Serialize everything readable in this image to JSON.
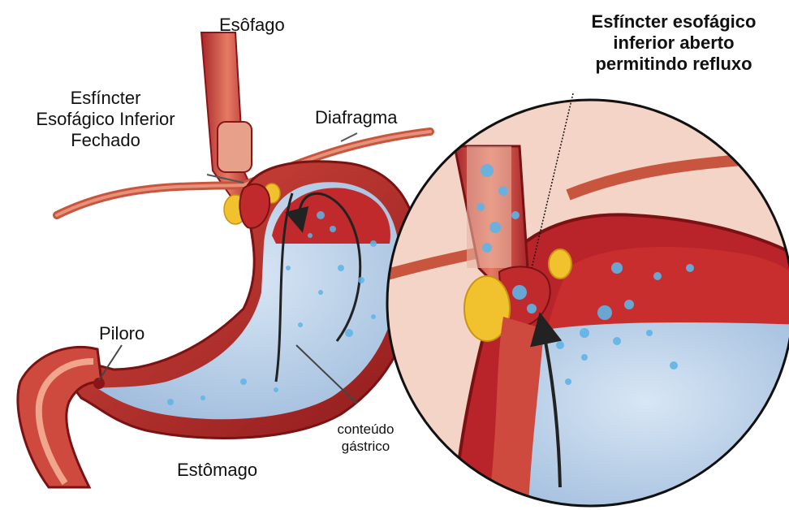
{
  "labels": {
    "esofago": "Esôfago",
    "esfincter_fechado": [
      "Esfíncter",
      "Esofágico Inferior",
      "Fechado"
    ],
    "diafragma": "Diafragma",
    "piloro": "Piloro",
    "estomago": "Estômago",
    "conteudo": [
      "conteúdo",
      "gástrico"
    ],
    "esfincter_aberto": [
      "Esfíncter esofágico",
      "inferior aberto",
      "permitindo refluxo"
    ]
  },
  "colors": {
    "muscle": "#b8242a",
    "muscle_dark": "#8a1418",
    "tissue": "#e8917a",
    "fluid": "#b9cfe6",
    "bubble": "#5fb4e6",
    "fat": "#f2c12e",
    "diaphragm": "#c8563e"
  }
}
